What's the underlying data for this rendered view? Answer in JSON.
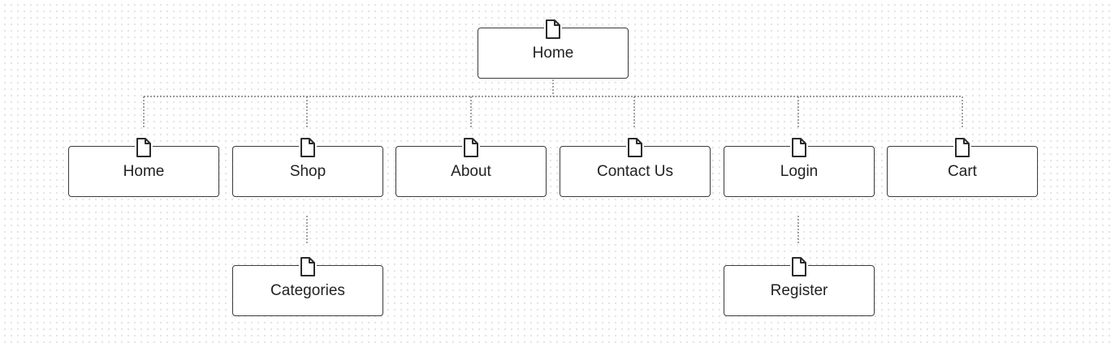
{
  "sitemap": {
    "root": {
      "label": "Home",
      "icon": "page-icon"
    },
    "level1": [
      {
        "label": "Home",
        "icon": "page-icon"
      },
      {
        "label": "Shop",
        "icon": "page-icon"
      },
      {
        "label": "About",
        "icon": "page-icon"
      },
      {
        "label": "Contact Us",
        "icon": "page-icon"
      },
      {
        "label": "Login",
        "icon": "page-icon"
      },
      {
        "label": "Cart",
        "icon": "page-icon"
      }
    ],
    "level2": [
      {
        "parent": "Shop",
        "label": "Categories",
        "icon": "page-icon"
      },
      {
        "parent": "Login",
        "label": "Register",
        "icon": "page-icon"
      }
    ],
    "colors": {
      "node_border": "#3c3c3c",
      "connector": "#666666",
      "text": "#222222",
      "grid_dot": "#e3e3e3"
    }
  }
}
